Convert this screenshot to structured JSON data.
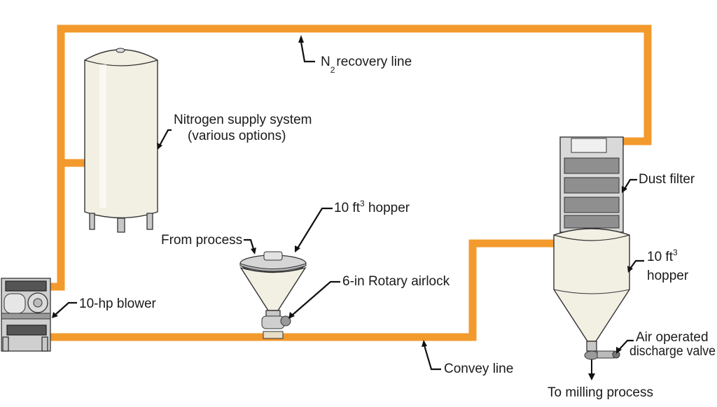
{
  "labels": {
    "n2_recovery_prefix": "N",
    "n2_recovery_sub": "2",
    "n2_recovery_suffix": "recovery line",
    "nitrogen_supply_line1": "Nitrogen supply system",
    "nitrogen_supply_line2": "(various options)",
    "dust_filter": "Dust filter",
    "hopper_small_prefix": "10 ft",
    "hopper_small_sup": "3",
    "hopper_small_suffix": " hopper",
    "from_process": "From process",
    "rotary_airlock": "6-in  Rotary airlock",
    "blower": "10-hp blower",
    "convey_line": "Convey line",
    "hopper_large_prefix": "10 ft",
    "hopper_large_sup": "3",
    "hopper_large_line2": "hopper",
    "air_valve_line1": "Air operated",
    "air_valve_line2": "discharge valve",
    "to_milling": "To milling process"
  },
  "colors": {
    "pipe": "#f39a2d",
    "tank_fill": "#f2efe3",
    "outline": "#333333"
  }
}
